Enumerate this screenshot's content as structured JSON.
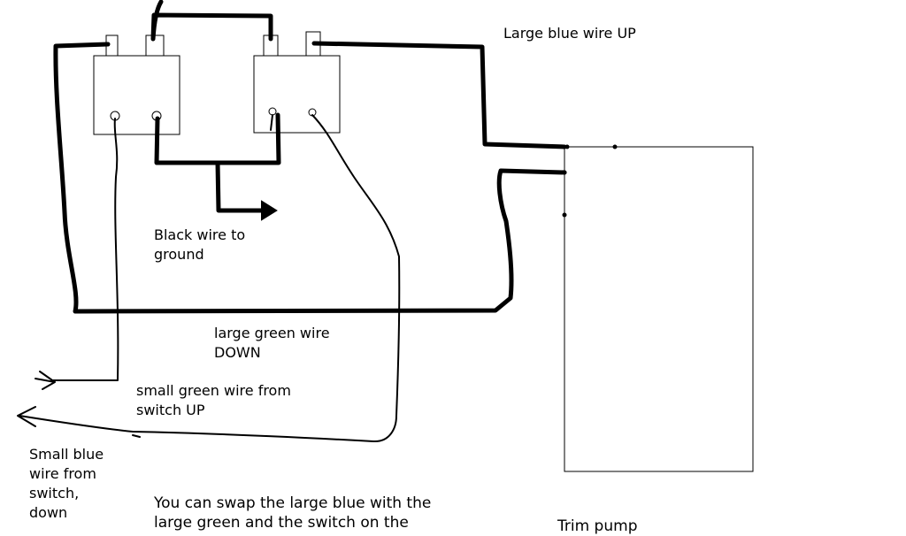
{
  "labels": {
    "large_blue_wire": "Large blue wire UP",
    "black_wire": [
      "Black wire to",
      "ground"
    ],
    "large_green_wire": [
      "large green wire",
      "DOWN"
    ],
    "small_green_wire": [
      "small green wire from",
      "switch UP"
    ],
    "small_blue_wire": [
      "Small blue",
      "wire from",
      "switch,",
      "down"
    ],
    "note": [
      "You can swap the large blue with the",
      "large green and the switch on the"
    ],
    "pump": "Trim pump"
  }
}
